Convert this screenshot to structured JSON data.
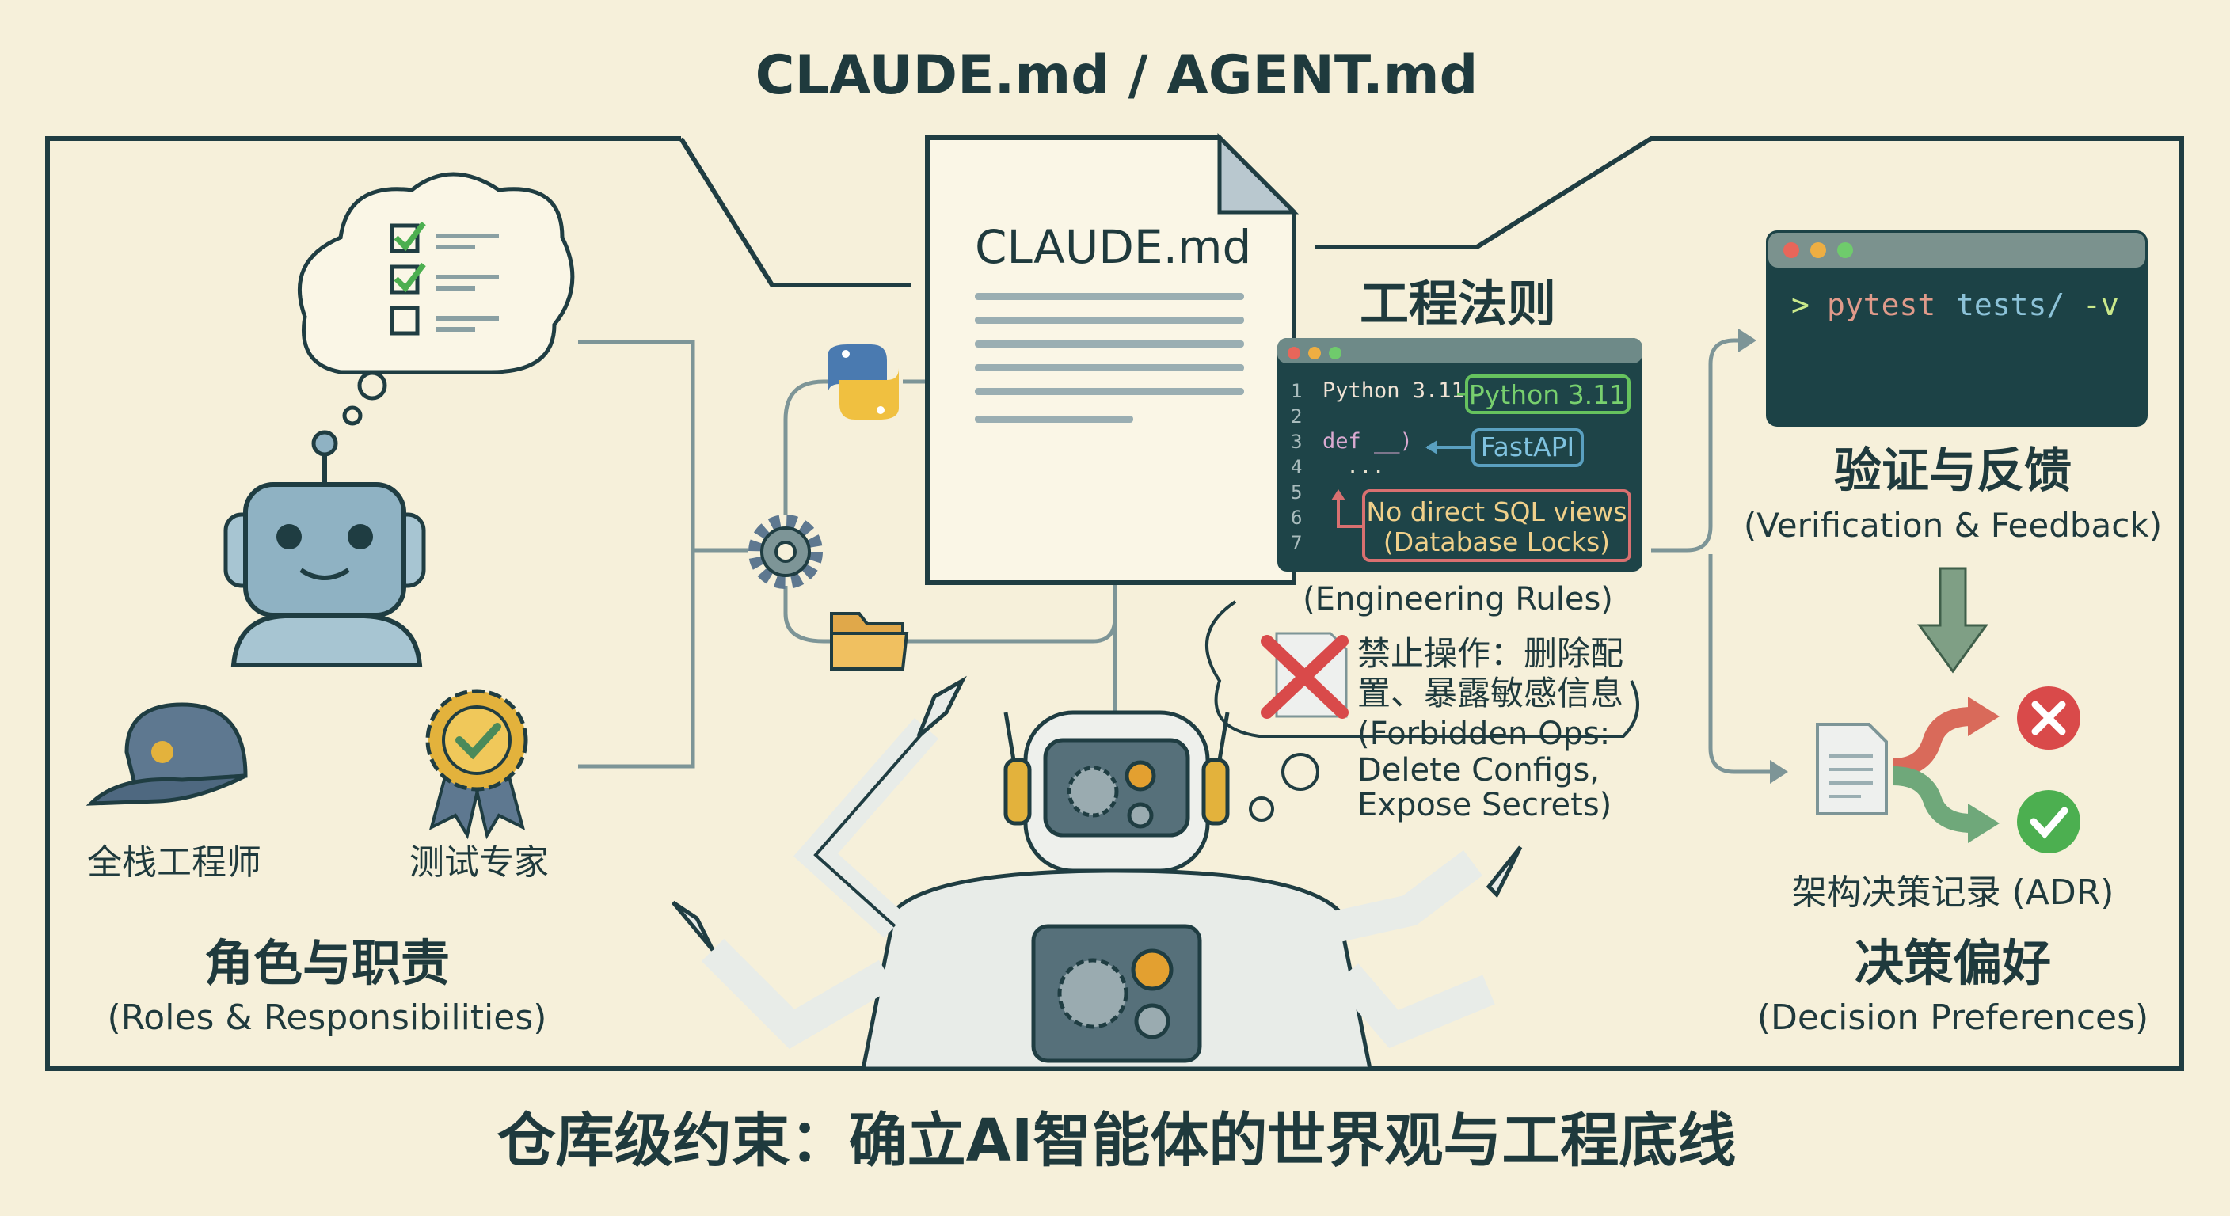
{
  "title": "CLAUDE.md / AGENT.md",
  "document": {
    "label": "CLAUDE.md"
  },
  "engineering": {
    "title": "工程法则",
    "subtitle": "(Engineering Rules)",
    "code": {
      "line_numbers": [
        "1",
        "2",
        "3",
        "4",
        "5",
        "6",
        "7"
      ],
      "line1": "Python 3.11",
      "line3": "def __)",
      "line4": "...",
      "tag_python": "Python 3.11",
      "tag_fastapi": "FastAPI",
      "tag_sql_1": "No direct SQL views",
      "tag_sql_2": "(Database Locks)"
    }
  },
  "forbidden": {
    "lines": [
      "禁止操作：删除配",
      "置、暴露敏感信息",
      "(Forbidden Ops:",
      "Delete Configs,",
      "Expose Secrets)"
    ]
  },
  "verification": {
    "terminal": {
      "prompt": ">",
      "cmd": "pytest",
      "arg": "tests/",
      "flag": "-v"
    },
    "title": "验证与反馈",
    "subtitle": "(Verification & Feedback)"
  },
  "decision": {
    "adr_label": "架构决策记录 (ADR)",
    "title": "决策偏好",
    "subtitle": "(Decision Preferences)"
  },
  "roles": {
    "fullstack": "全栈工程师",
    "tester": "测试专家",
    "title": "角色与职责",
    "subtitle": "(Roles & Responsibilities)"
  },
  "caption": "仓库级约束：确立AI智能体的世界观与工程底线",
  "colors": {
    "background": "#f6f0da",
    "dark": "#1f3d42",
    "green": "#5fb65a",
    "red": "#d94a4a",
    "blue": "#5aa0c0",
    "gold": "#e3b23c"
  }
}
